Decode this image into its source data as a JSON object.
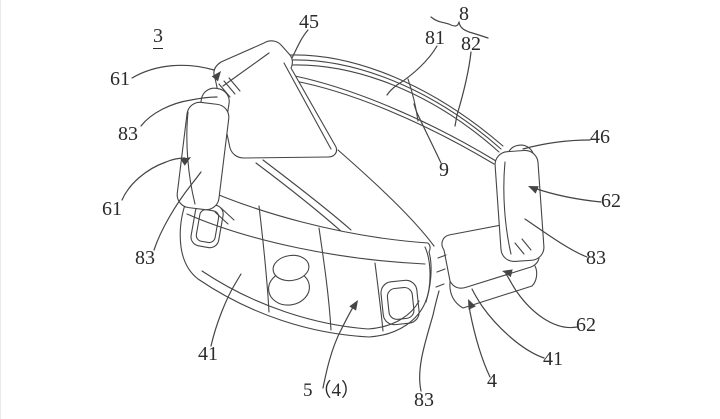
{
  "figure": {
    "type": "patent-line-drawing",
    "subject": "modular wristband device, perspective view",
    "background_color": "#ffffff",
    "line_color": "#454545",
    "text_color": "#2b2b2b",
    "figure_number": "3"
  },
  "labels": {
    "fig_no": {
      "text": "3",
      "underlined": true
    },
    "l45": {
      "text": "45"
    },
    "l8": {
      "text": "8"
    },
    "l81": {
      "text": "81"
    },
    "l82": {
      "text": "82"
    },
    "l61_top": {
      "text": "61"
    },
    "l83_topleft": {
      "text": "83"
    },
    "l46": {
      "text": "46"
    },
    "l9": {
      "text": "9"
    },
    "l62_right": {
      "text": "62"
    },
    "l61_left": {
      "text": "61"
    },
    "l83_left": {
      "text": "83"
    },
    "l83_right": {
      "text": "83"
    },
    "l41_left": {
      "text": "41"
    },
    "l62_bottom": {
      "text": "62"
    },
    "l41_right": {
      "text": "41"
    },
    "l5_4": {
      "text": "5（4）"
    },
    "l83_bottom": {
      "text": "83"
    },
    "l4": {
      "text": "4"
    }
  }
}
